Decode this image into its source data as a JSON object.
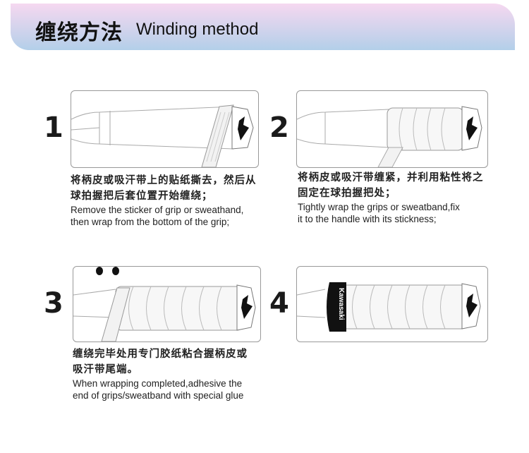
{
  "header": {
    "title_cn": "缠绕方法",
    "title_en": "Winding method"
  },
  "steps": [
    {
      "number": "1",
      "cn_line1": "将柄皮或吸汗带上的贴纸撕去，然后从",
      "cn_line2": "球拍握把后套位置开始缠绕；",
      "en_line1": "Remove the sticker of grip or sweathand,",
      "en_line2": "then wrap from the bottom of the grip;"
    },
    {
      "number": "2",
      "cn_line1": "将柄皮或吸汗带缠紧，并利用粘性将之",
      "cn_line2": "固定在球拍握把处；",
      "en_line1": "Tightly wrap the grips or sweatband,fix",
      "en_line2": "it to the handle with its stickness;"
    },
    {
      "number": "3",
      "cn_line1": "缠绕完毕处用专门胶纸粘合握柄皮或",
      "cn_line2": "吸汗带尾端。",
      "en_line1": "When wrapping completed,adhesive the",
      "en_line2": "end of grips/sweatband with special glue"
    },
    {
      "number": "4",
      "band_logo": "Kawasaki"
    }
  ]
}
